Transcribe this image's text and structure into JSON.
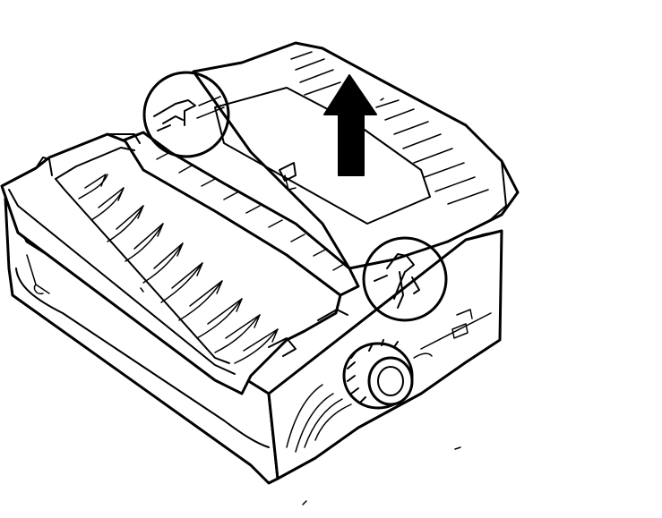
{
  "figure": {
    "subject": "printer-illustration",
    "callouts": [
      "left-paper-lever",
      "right-paper-lever"
    ],
    "arrow_direction": "up",
    "colors": {
      "line": "#000000",
      "background": "#ffffff"
    }
  }
}
